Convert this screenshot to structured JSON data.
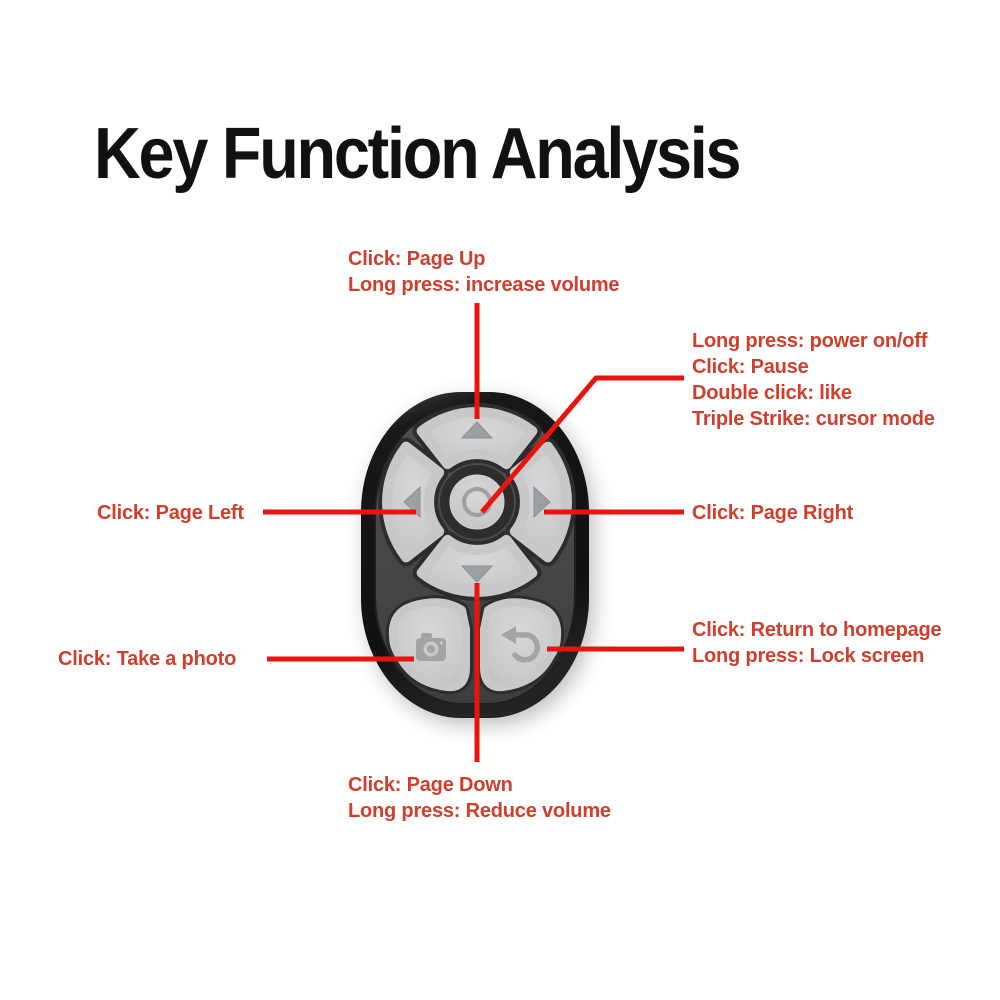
{
  "title": "Key Function Analysis",
  "colors": {
    "annotation_text": "#d03e2c",
    "annotation_line": "#e9140e",
    "device_body": "#161616",
    "device_face": "#454545",
    "button_fill": "#cbcbcb",
    "button_glyph": "#9b9b9b"
  },
  "device": {
    "name": "bluetooth-remote-control",
    "buttons": [
      {
        "name": "up-button",
        "icon": "triangle-up"
      },
      {
        "name": "left-button",
        "icon": "triangle-left"
      },
      {
        "name": "center-button",
        "icon": "ring"
      },
      {
        "name": "right-button",
        "icon": "triangle-right"
      },
      {
        "name": "down-button",
        "icon": "triangle-down"
      },
      {
        "name": "camera-button",
        "icon": "camera"
      },
      {
        "name": "back-button",
        "icon": "return-arrow"
      }
    ]
  },
  "annotations": {
    "page_up": {
      "lines": [
        "Click: Page Up",
        "Long press: increase volume"
      ]
    },
    "power": {
      "lines": [
        "Long press: power on/off",
        "Click: Pause",
        "Double click: like",
        "Triple Strike: cursor mode"
      ]
    },
    "page_left": {
      "lines": [
        "Click: Page Left"
      ]
    },
    "page_right": {
      "lines": [
        "Click: Page Right"
      ]
    },
    "take_photo": {
      "lines": [
        "Click: Take a photo"
      ]
    },
    "homepage": {
      "lines": [
        "Click: Return to homepage",
        "Long press: Lock screen"
      ]
    },
    "page_down": {
      "lines": [
        "Click: Page Down",
        "Long press: Reduce volume"
      ]
    }
  }
}
